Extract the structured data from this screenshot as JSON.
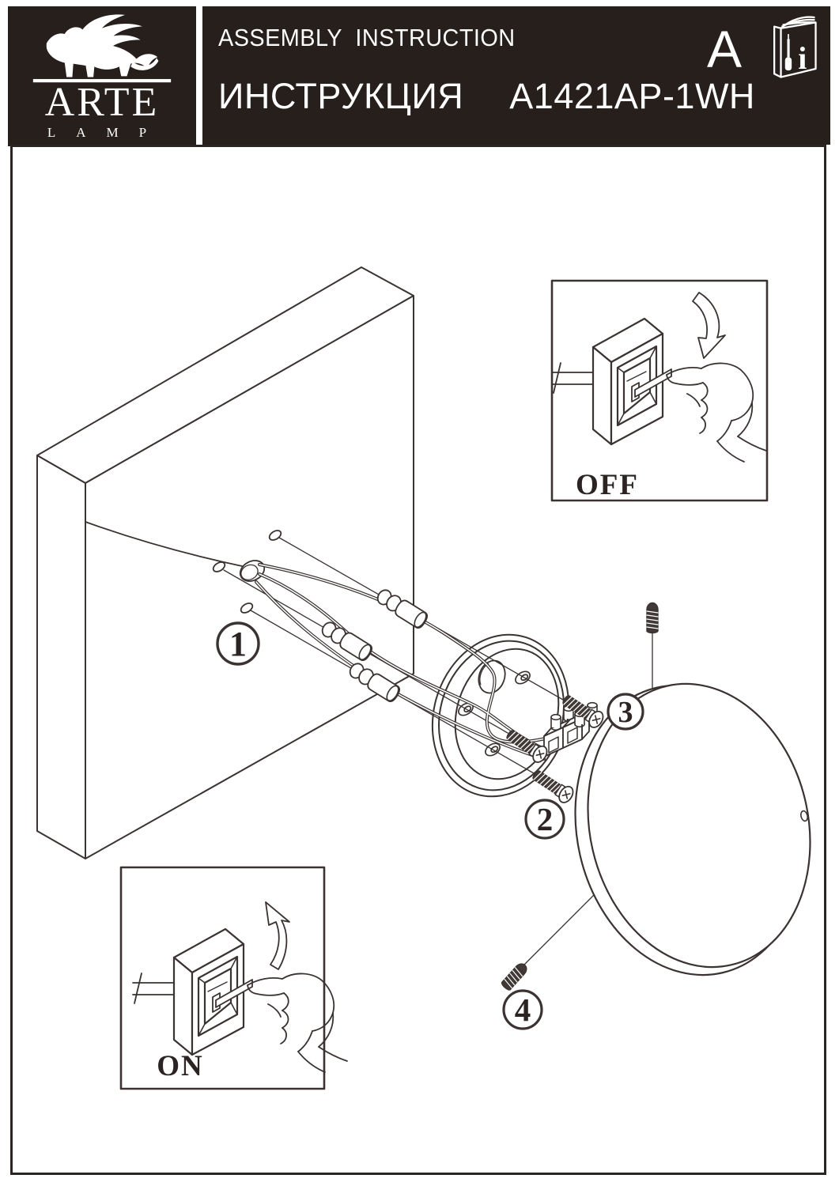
{
  "page": {
    "background": "#ffffff",
    "frame_color": "#2b2422",
    "line_color": "#3a3331"
  },
  "header": {
    "background": "#271f1b",
    "logo": {
      "brand": "ARTE",
      "word": "LAMP",
      "mark": "winged-lion"
    },
    "title_en": "ASSEMBLY  INSTRUCTION",
    "title_ru": "ИНСТРУКЦИЯ",
    "model": "A1421AP-1WH",
    "section_letter": "A",
    "manual_icon_letter": "i"
  },
  "diagram": {
    "callouts": [
      {
        "label": "1"
      },
      {
        "label": "2"
      },
      {
        "label": "3"
      },
      {
        "label": "4"
      }
    ],
    "insets": {
      "off": {
        "label": "OFF"
      },
      "on": {
        "label": "ON"
      }
    }
  }
}
